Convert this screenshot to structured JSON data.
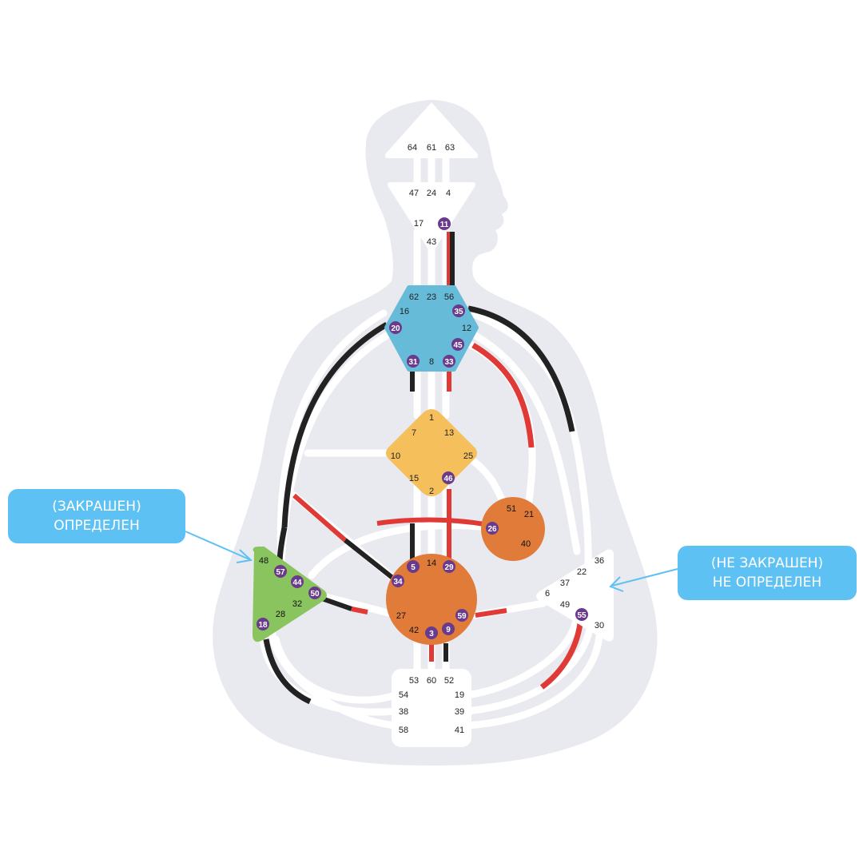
{
  "colors": {
    "silhouette": "#e9e9f0",
    "channel_bg": "#ffffff",
    "black": "#222222",
    "red": "#e03a36",
    "head_center": "#ffffff",
    "throat": "#66bcd8",
    "g_center": "#f5bf5c",
    "orange": "#e07b3a",
    "spleen": "#8ac45e",
    "badge": "#6a3a8c",
    "callout": "#5ec1f4"
  },
  "icons": {
    "arrow_left": "arrow-right-pointer-icon",
    "arrow_right": "arrow-left-pointer-icon"
  },
  "centers": {
    "head": {
      "gates": [
        "64",
        "61",
        "63"
      ]
    },
    "ajna": {
      "gates": [
        "47",
        "24",
        "4",
        "17",
        "11",
        "43"
      ],
      "activated": [
        "11"
      ]
    },
    "throat": {
      "gates": [
        "62",
        "23",
        "56",
        "16",
        "35",
        "20",
        "12",
        "45",
        "31",
        "8",
        "33"
      ],
      "activated": [
        "35",
        "20",
        "45",
        "31",
        "33"
      ]
    },
    "g": {
      "gates": [
        "1",
        "7",
        "13",
        "10",
        "25",
        "15",
        "46",
        "2"
      ],
      "activated": [
        "46"
      ]
    },
    "heart": {
      "gates": [
        "51",
        "21",
        "26",
        "40"
      ],
      "activated": [
        "26"
      ]
    },
    "spleen": {
      "gates": [
        "48",
        "57",
        "44",
        "50",
        "32",
        "28",
        "18"
      ],
      "activated": [
        "57",
        "44",
        "50",
        "18"
      ]
    },
    "sacral": {
      "gates": [
        "5",
        "14",
        "29",
        "34",
        "27",
        "59",
        "42",
        "3",
        "9"
      ],
      "activated": [
        "5",
        "29",
        "34",
        "59",
        "3",
        "9"
      ]
    },
    "solar_plexus": {
      "gates": [
        "36",
        "22",
        "37",
        "6",
        "49",
        "55",
        "30"
      ],
      "activated": [
        "55"
      ]
    },
    "root": {
      "gates": [
        "53",
        "60",
        "52",
        "54",
        "19",
        "38",
        "39",
        "58",
        "41"
      ]
    }
  },
  "callouts": {
    "left": {
      "line1": "(ЗАКРАШЕН)",
      "line2": "ОПРЕДЕЛЕН"
    },
    "right": {
      "line1": "(НЕ ЗАКРАШЕН)",
      "line2": "НЕ ОПРЕДЕЛЕН"
    }
  }
}
